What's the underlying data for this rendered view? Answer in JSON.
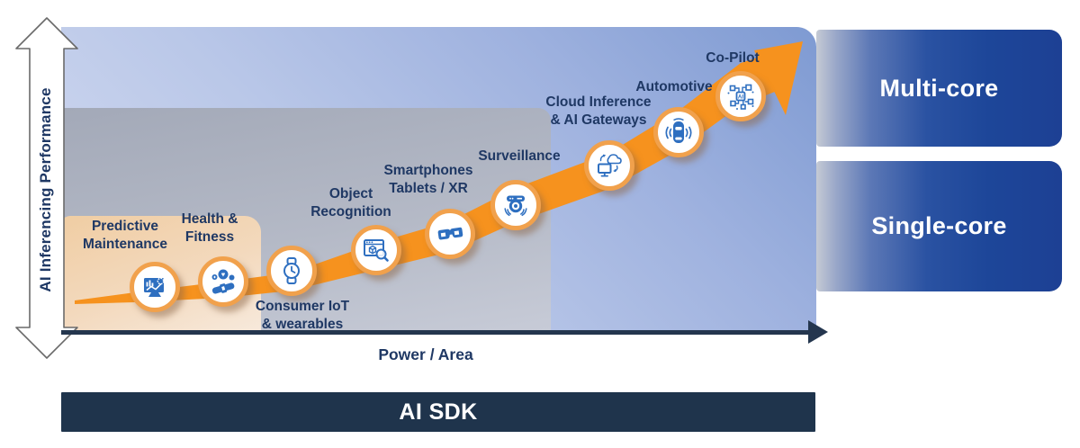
{
  "axes": {
    "y_label": "AI Inferencing Performance",
    "x_label": "Power / Area"
  },
  "sdk_bar": {
    "label": "AI SDK"
  },
  "core_boxes": [
    {
      "label": "Multi-core"
    },
    {
      "label": "Single-core"
    }
  ],
  "nodes": [
    {
      "id": "predictive-maintenance",
      "label": "Predictive\nMaintenance"
    },
    {
      "id": "health-fitness",
      "label": "Health &\nFitness"
    },
    {
      "id": "consumer-iot",
      "label": "Consumer IoT\n& wearables"
    },
    {
      "id": "object-recognition",
      "label": "Object\nRecognition"
    },
    {
      "id": "smartphones-xr",
      "label": "Smartphones\nTablets / XR"
    },
    {
      "id": "surveillance",
      "label": "Surveillance"
    },
    {
      "id": "cloud-inference",
      "label": "Cloud Inference\n& AI Gateways"
    },
    {
      "id": "automotive",
      "label": "Automotive"
    },
    {
      "id": "co-pilot",
      "label": "Co-Pilot"
    }
  ],
  "colors": {
    "flow_arrow": "#F6921E",
    "node_ring": "#F1A14C",
    "label_text": "#1F3864",
    "axis": "#24364E",
    "sdk_bar_bg": "#1F344C",
    "core_box_blue": "#1D4699",
    "icon_blue": "#2E6FC0"
  }
}
